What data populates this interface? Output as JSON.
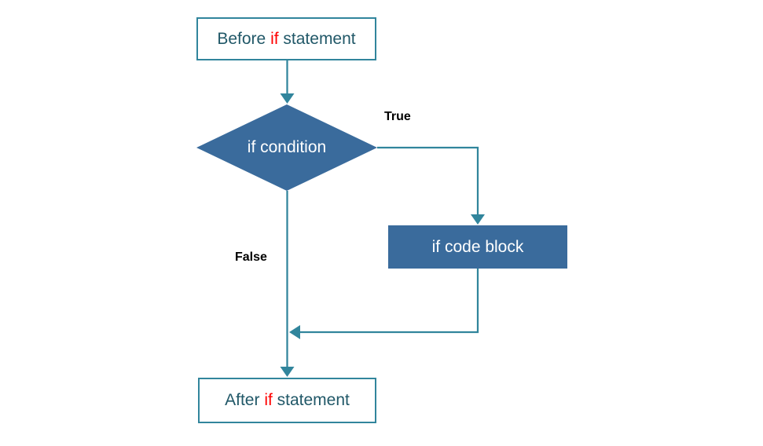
{
  "diagram": {
    "type": "flowchart",
    "nodes": {
      "before": {
        "prefix": "Before ",
        "keyword": "if",
        "suffix": " statement"
      },
      "condition": {
        "label": "if condition"
      },
      "code_block": {
        "label": "if code block"
      },
      "after": {
        "prefix": "After ",
        "keyword": "if",
        "suffix": " statement"
      }
    },
    "edges": {
      "true_label": "True",
      "false_label": "False"
    },
    "colors": {
      "connector": "#31859C",
      "shape_fill": "#3A6B9C",
      "terminal_border": "#31859C",
      "terminal_text": "#215868",
      "keyword_text": "#FF0000",
      "shape_text": "#FFFFFF",
      "edge_label_text": "#000000",
      "background": "#FFFFFF"
    }
  }
}
